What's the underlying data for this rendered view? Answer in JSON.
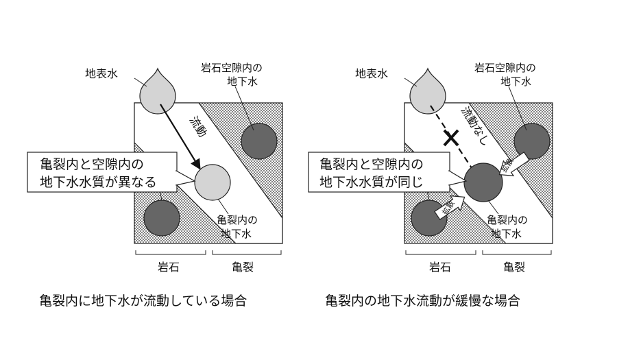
{
  "left": {
    "surface_water": "地表水",
    "pore_water": [
      "岩石空隙内の",
      "地下水"
    ],
    "flow_label": "流動",
    "callout": [
      "亀裂内と空隙内の",
      "地下水水質が異なる"
    ],
    "fracture_water": [
      "亀裂内の",
      "地下水"
    ],
    "rock_label": "岩石",
    "fracture_label": "亀裂",
    "caption": "亀裂内に地下水が流動している場合"
  },
  "right": {
    "surface_water": "地表水",
    "pore_water": [
      "岩石空隙内の",
      "地下水"
    ],
    "no_flow_label": "流動なし",
    "callout": [
      "亀裂内と空隙内の",
      "地下水水質が同じ"
    ],
    "diffusion_upper": "拡散",
    "diffusion_lower": "拡散",
    "fracture_water": [
      "亀裂内の",
      "地下水"
    ],
    "rock_label": "岩石",
    "fracture_label": "亀裂",
    "caption": "亀裂内の地下水流動が緩慢な場合"
  },
  "colors": {
    "rock_dots": "#3a3a3a",
    "dark_water": "#666666",
    "light_water": "#d4d4d4",
    "outline": "#222222"
  }
}
